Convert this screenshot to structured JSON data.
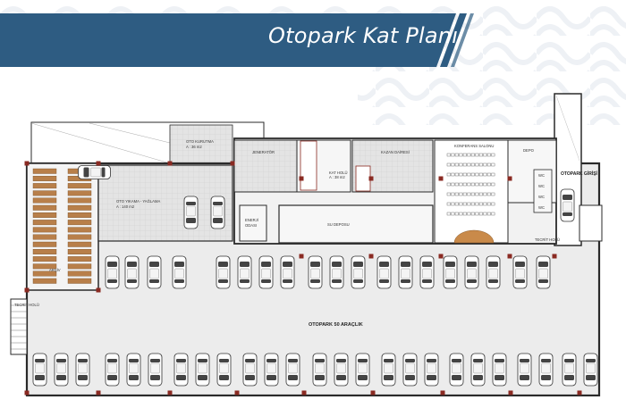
{
  "banner": {
    "title": "Otopark Kat Planı",
    "color": "#2e5c82"
  },
  "plan": {
    "rooms": {
      "oto_kurutma": "OTO KURUTMA",
      "oto_kurutma_area": "A : 36 m2",
      "jenerator": "JENERATÖR",
      "kat_holu": "KAT HOLÜ",
      "kat_holu_area": "A : 38 m2",
      "kazan_dairesi": "KAZAN DAİRESİ",
      "konferans_salonu": "KONFERANS SALONU",
      "depo": "DEPO",
      "otopark_girisi": "OTOPARK GİRİŞİ",
      "oto_yikama": "OTO YIKAMA - YAĞLAMA",
      "oto_yikama_area": "A : 140 m2",
      "enerji_odasi_1": "ENERJİ",
      "enerji_odasi_2": "ODASI",
      "su_deposu": "SU DEPOSU",
      "arsiv": "ARŞİV",
      "tecrit_holu_left": "TECRİT HOLÜ",
      "tecrit_holu_right": "TECRİT HOLÜ",
      "otopark_capacity": "OTOPARK 50 ARAÇLIK",
      "wc_label": "WC"
    },
    "colors": {
      "wall": "#2a2a2a",
      "column": "#8a2a22",
      "floor": "#e9e9e9",
      "tile": "#d6d6d6",
      "shelf": "#b87f4a",
      "stage": "#c98a4a"
    }
  }
}
